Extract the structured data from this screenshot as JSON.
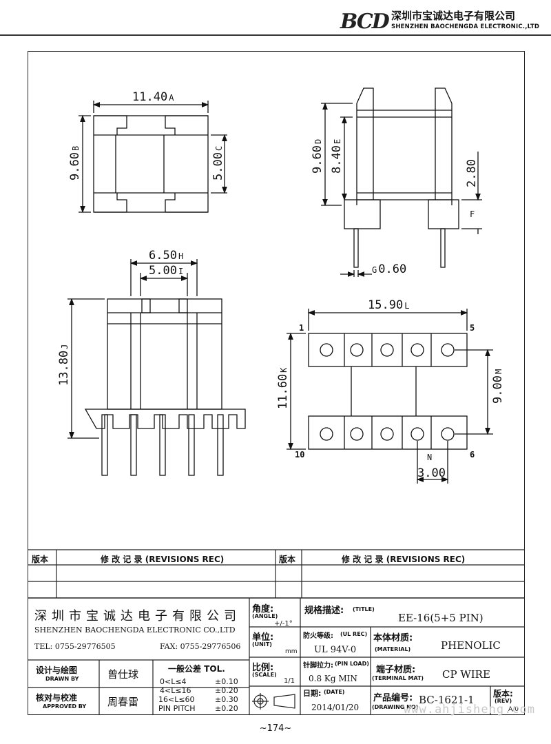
{
  "header": {
    "logo_mark": "BCD",
    "company_cn": "深圳市宝诚达电子有限公司",
    "company_en": "SHENZHEN BAOCHENGDA ELECTRONIC.,LTD"
  },
  "drawing": {
    "top_view": {
      "width": "11.40",
      "width_tag": "A",
      "height": "9.60",
      "height_tag": "B",
      "inner": "5.00",
      "inner_tag": "C"
    },
    "side_view": {
      "total": "9.60",
      "total_tag": "D",
      "body": "8.40",
      "body_tag": "E",
      "base": "2.80",
      "base_tag": "F",
      "pin_dia": "0.60",
      "pin_dia_tag": "G"
    },
    "front_view": {
      "outer": "6.50",
      "outer_tag": "H",
      "inner": "5.00",
      "inner_tag": "I",
      "height": "13.80",
      "height_tag": "J"
    },
    "bottom_view": {
      "length": "15.90",
      "length_tag": "L",
      "width": "11.60",
      "width_tag": "K",
      "row_spacing": "9.00",
      "row_spacing_tag": "M",
      "pitch": "3.00",
      "pitch_tag": "N",
      "pin1": "1",
      "pin5": "5",
      "pin6": "6",
      "pin10": "10"
    }
  },
  "revisions": {
    "col_rev": "版本",
    "col_record": "修 改 记 录 (REVISIONS REC)"
  },
  "title_block": {
    "company_cn": "深圳市宝诚达电子有限公司",
    "company_en": "SHENZHEN BAOCHENGDA ELECTRONIC CO.,LTD",
    "tel": "TEL: 0755-29776505",
    "fax": "FAX: 0755-29776506",
    "designer_label": "设计与绘图",
    "designer_label_en": "DRAWN BY",
    "designer": "曾仕球",
    "checker_label": "核对与校准",
    "checker_label_en": "APPROVED BY",
    "checker": "周春雷",
    "tol_title": "一般公差 TOL.",
    "tol_rows": [
      {
        "range": "0<L≤4",
        "value": "±0.10"
      },
      {
        "range": "4<L≤16",
        "value": "±0.20"
      },
      {
        "range": "16<L≤60",
        "value": "±0.30"
      },
      {
        "range": "PIN PITCH",
        "value": "±0.20"
      }
    ],
    "angle_label": "角度:",
    "angle_label_en": "(ANGLE)",
    "angle_value": "+/-1°",
    "unit_label": "单位:",
    "unit_label_en": "(UNIT)",
    "unit_value": "mm",
    "scale_label": "比例:",
    "scale_label_en": "(SCALE)",
    "scale_value": "1/1",
    "title_label": "规格描述:",
    "title_label_en": "(TITLE)",
    "title_value": "EE-16(5+5 PIN)",
    "ul_label": "防火等级:",
    "ul_label_en": "(UL REC)",
    "ul_value": "UL 94V-0",
    "material_label": "本体材质:",
    "material_label_en": "(MATERIAL)",
    "material_value": "PHENOLIC",
    "pin_load_label": "针脚拉力:",
    "pin_load_label_en": "(PIN LOAD)",
    "pin_load_value": "0.8 Kg MIN",
    "terminal_label": "端子材质:",
    "terminal_label_en": "(TERMINAL MAT)",
    "terminal_value": "CP WIRE",
    "date_label": "日期:",
    "date_label_en": "(DATE)",
    "date_value": "2014/01/20",
    "drawing_no_label": "产品编号:",
    "drawing_no_label_en": "(DRAWING NO)",
    "drawing_no_value": "BC-1621-1",
    "rev_label": "版本:",
    "rev_label_en": "(REV)",
    "rev_value": "A/0"
  },
  "page_number": "~174~",
  "watermark": "www.ahjisheng.com"
}
